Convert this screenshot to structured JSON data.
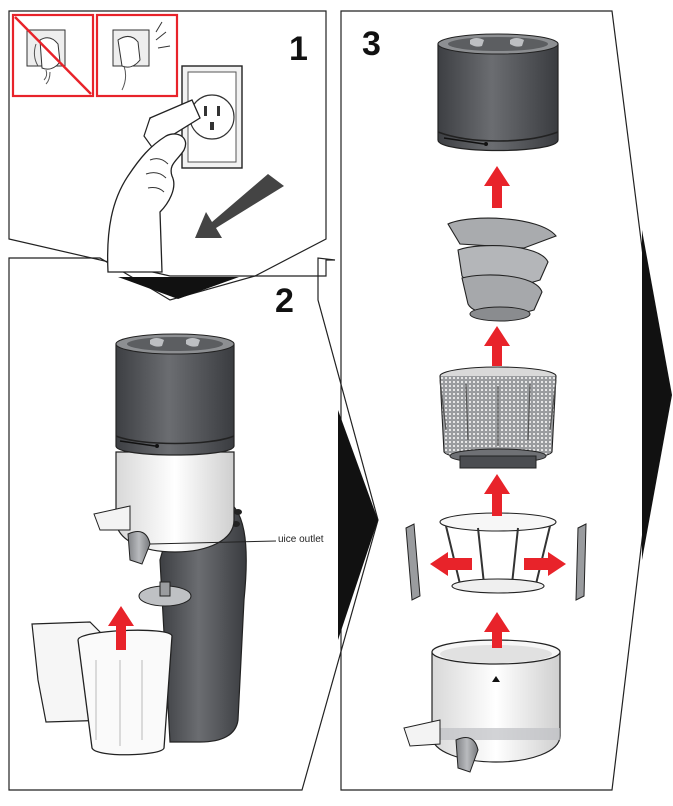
{
  "panels": [
    {
      "number": "1"
    },
    {
      "number": "2",
      "callout": "uice outlet"
    },
    {
      "number": "3"
    }
  ],
  "colors": {
    "accent_red": "#e8232a",
    "body_dark": "#5a5c60",
    "outline": "#222222",
    "light_part": "#f4f4f4"
  }
}
